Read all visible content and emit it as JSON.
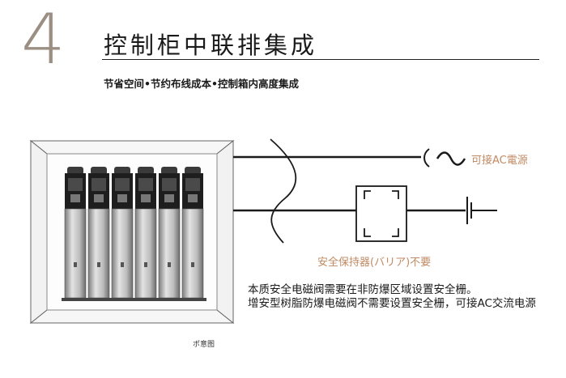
{
  "header": {
    "section_number": "4",
    "title": "控制柜中联排集成",
    "subtitle": "节省空间•节约布线成本•控制箱内高度集成"
  },
  "diagram": {
    "ac_label": "可接AC電源",
    "barrier_label": "安全保持器(バリア)不要",
    "caption": "ポ意图",
    "valve_count": 6,
    "colors": {
      "accent": "#c08a63",
      "line": "#1a1a1a"
    }
  },
  "notes": {
    "line1": "本质安全电磁阀需要在非防爆区域设置安全栅。",
    "line2": "增安型树脂防爆电磁阀不需要设置安全栅，可接AC交流电源"
  }
}
